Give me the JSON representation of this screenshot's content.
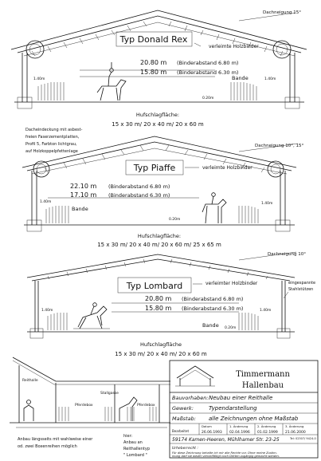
{
  "sections": [
    {
      "type_label": "Typ Donald Rex",
      "truss_label": "verleimte Holzbinder",
      "roof_slope": "Dachneigung 15°",
      "dim1_value": "20.80 m",
      "dim1_note": "(Binderabstand 6.80 m)",
      "dim2_value": "15.80 m",
      "dim2_note": "(Binderabstand 6.30 m)",
      "bande_label": "Bande",
      "height_left": "1.40m",
      "height_right": "1.40m",
      "height_small": "0.20m",
      "arena_heading": "Hufschlagfläche:",
      "arena_sizes": "15 x 30 m/ 20 x 40 m/ 20 x 60 m"
    },
    {
      "type_label": "Typ Piaffe",
      "truss_label": "verleimte Holzbinder",
      "roof_slope": "Dachneigung 10°, 15°",
      "dim1_value": "22.10 m",
      "dim1_note": "(Binderabstand 6.80 m)",
      "dim2_value": "17.10 m",
      "dim2_note": "(Binderabstand 6.30 m)",
      "bande_label": "Bande",
      "height_left": "1.40m",
      "height_right": "1.40m",
      "height_small": "0.20m",
      "arena_heading": "Hufschlagfläche:",
      "arena_sizes": "15 x 30 m/ 20 x 40 m/ 20 x 60 m/ 25 x 65 m"
    },
    {
      "type_label": "Typ Lombard",
      "truss_label": "verleimter Holzbinder",
      "roof_slope": "Dachneigung 10°",
      "dim1_value": "20.80 m",
      "dim1_note": "(Binderabstand 6.80 m)",
      "dim2_value": "15.80 m",
      "dim2_note": "(Binderabstand 6.30 m)",
      "bande_label": "Bande",
      "height_left": "1.40m",
      "height_right": "1.40m",
      "height_small": "0.20m",
      "arena_heading": "Hufschlagfläche",
      "arena_sizes": "15 x 30 m/ 20 x 40 m/ 20 x 60 m"
    }
  ],
  "notes": {
    "roofing": [
      "Dacheindeckung mit asbest-",
      "freien Faserzementplatten,",
      "Profil 5, Farbton lichtgrau,",
      "auf Holzkoppelpfettenlage"
    ],
    "column_note": [
      "eingespannte",
      "Stahlstützen"
    ],
    "annex_caption": [
      "Anbau längsseits mit wahlweise einer",
      "od. zwei Boxenreihen möglich"
    ],
    "annex_caption2": [
      "hier:",
      "Anbau an",
      "Reithallentyp",
      "\" Lombard \""
    ],
    "annex_box_left": "Pferdebox",
    "annex_box_mid": "Stallgasse",
    "annex_box_right": "Pferdebox",
    "annex_trad": "Reithalle"
  },
  "title_block": {
    "company_line1": "Timmermann",
    "company_line2": "Hallenbau",
    "rows": [
      {
        "label": "Bauvorhaben:",
        "value": "Neubau einer Reithalle"
      },
      {
        "label": "Gewerk:",
        "value": "Typendarstellung"
      },
      {
        "label": "Maßstab:",
        "value": "alle Zeichnungen ohne Maßstab"
      }
    ],
    "revision_header": [
      "Datum",
      "1. Änderung",
      "2. Änderung",
      "3. Änderung"
    ],
    "revision_row": [
      "Bearbeitet",
      "26.06.1993",
      "02.04.1996",
      "01.02.1999",
      "21.06.2000"
    ],
    "address": "59174 Kamen-Heeren, Mühlhamer Str. 23-25",
    "phone": "Tel: 02307/ 9424-0",
    "copyright_title": "Urheberrecht :",
    "copyright_text": [
      "Für diese Zeichnung behalte ich mir alle Rechte vor. Ohne meine Zustim-",
      "mung darf sie weder vervielfältigt noch Dritten zugängig gemacht werden."
    ]
  }
}
